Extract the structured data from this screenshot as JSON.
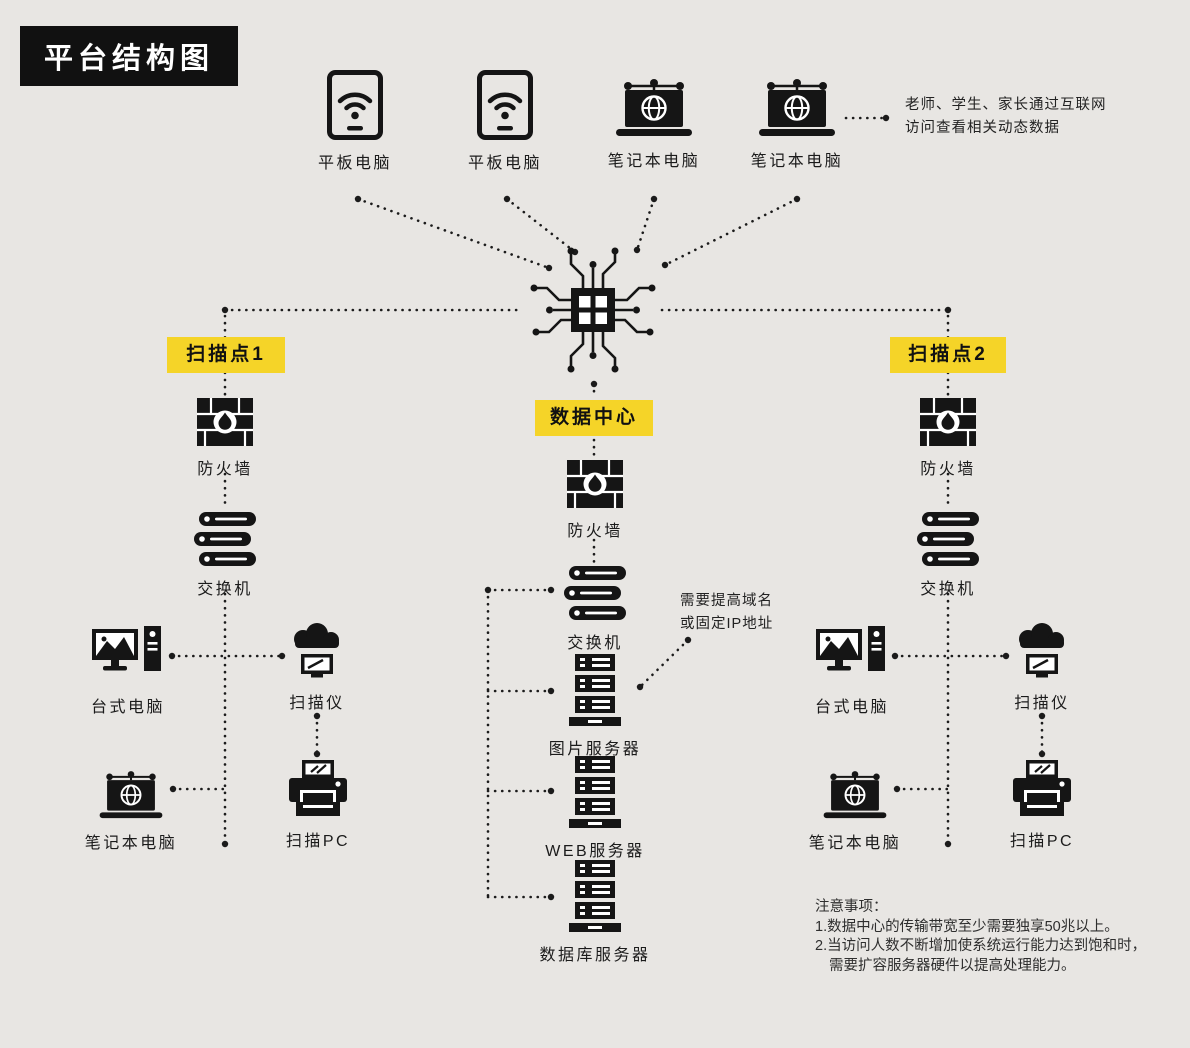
{
  "title": "平台结构图",
  "colors": {
    "background": "#e8e6e3",
    "ink": "#1a1a1a",
    "accent_yellow": "#f5d428"
  },
  "top_row": {
    "devices": [
      {
        "label": "平板电脑"
      },
      {
        "label": "平板电脑"
      },
      {
        "label": "笔记本电脑"
      },
      {
        "label": "笔记本电脑"
      }
    ],
    "internet_note_line1": "老师、学生、家长通过互联网",
    "internet_note_line2": "访问查看相关动态数据"
  },
  "data_center": {
    "badge": "数据中心",
    "firewall": "防火墙",
    "switch": "交换机",
    "image_server": "图片服务器",
    "web_server": "WEB服务器",
    "db_server": "数据库服务器",
    "domain_note_line1": "需要提高域名",
    "domain_note_line2": "或固定IP地址"
  },
  "scan_point_1": {
    "badge": "扫描点1",
    "firewall": "防火墙",
    "switch": "交换机",
    "desktop": "台式电脑",
    "scanner": "扫描仪",
    "laptop": "笔记本电脑",
    "scan_pc": "扫描PC"
  },
  "scan_point_2": {
    "badge": "扫描点2",
    "firewall": "防火墙",
    "switch": "交换机",
    "desktop": "台式电脑",
    "scanner": "扫描仪",
    "laptop": "笔记本电脑",
    "scan_pc": "扫描PC"
  },
  "remarks": {
    "heading": "注意事项：",
    "line1": "1.数据中心的传输带宽至少需要独享50兆以上。",
    "line2": "2.当访问人数不断增加使系统运行能力达到饱和时，",
    "line3": "需要扩容服务器硬件以提高处理能力。"
  }
}
